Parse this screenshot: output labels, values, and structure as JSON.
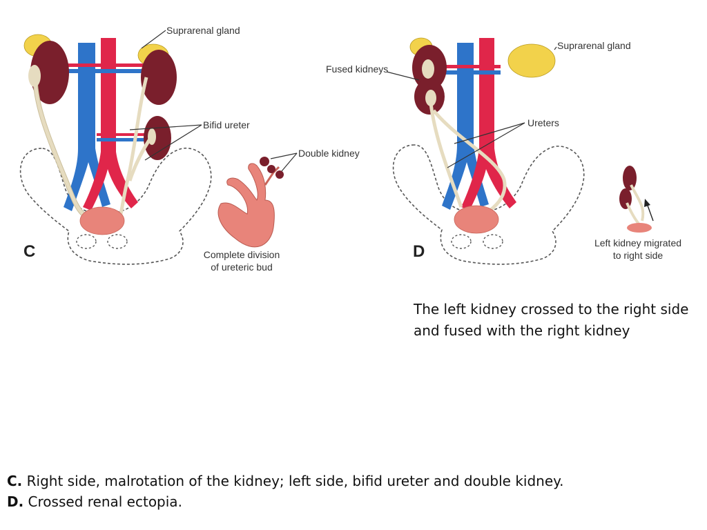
{
  "colors": {
    "vein": "#2e74c9",
    "artery": "#e0264a",
    "kidney": "#7a1f2c",
    "gland": "#f2d24b",
    "ureter": "#e6dcc0",
    "bladder": "#e8847a",
    "pelvis_outline": "#555555"
  },
  "panel_c": {
    "letter": "C",
    "labels": {
      "suprarenal_gland": "Suprarenal gland",
      "bifid_ureter": "Bifid ureter",
      "double_kidney": "Double kidney",
      "complete_division_line1": "Complete division",
      "complete_division_line2": "of ureteric bud"
    }
  },
  "panel_d": {
    "letter": "D",
    "labels": {
      "fused_kidneys": "Fused kidneys",
      "suprarenal_gland": "Suprarenal gland",
      "ureters": "Ureters",
      "migrated_line1": "Left kidney migrated",
      "migrated_line2": "to right side"
    }
  },
  "note": "The left kidney crossed to the right side and fused with the right kidney",
  "caption": {
    "c_prefix": "C.",
    "c_text": " Right side, malrotation of the kidney; left side, bifid ureter and double kidney.",
    "d_prefix": "D.",
    "d_text": " Crossed renal ectopia."
  }
}
